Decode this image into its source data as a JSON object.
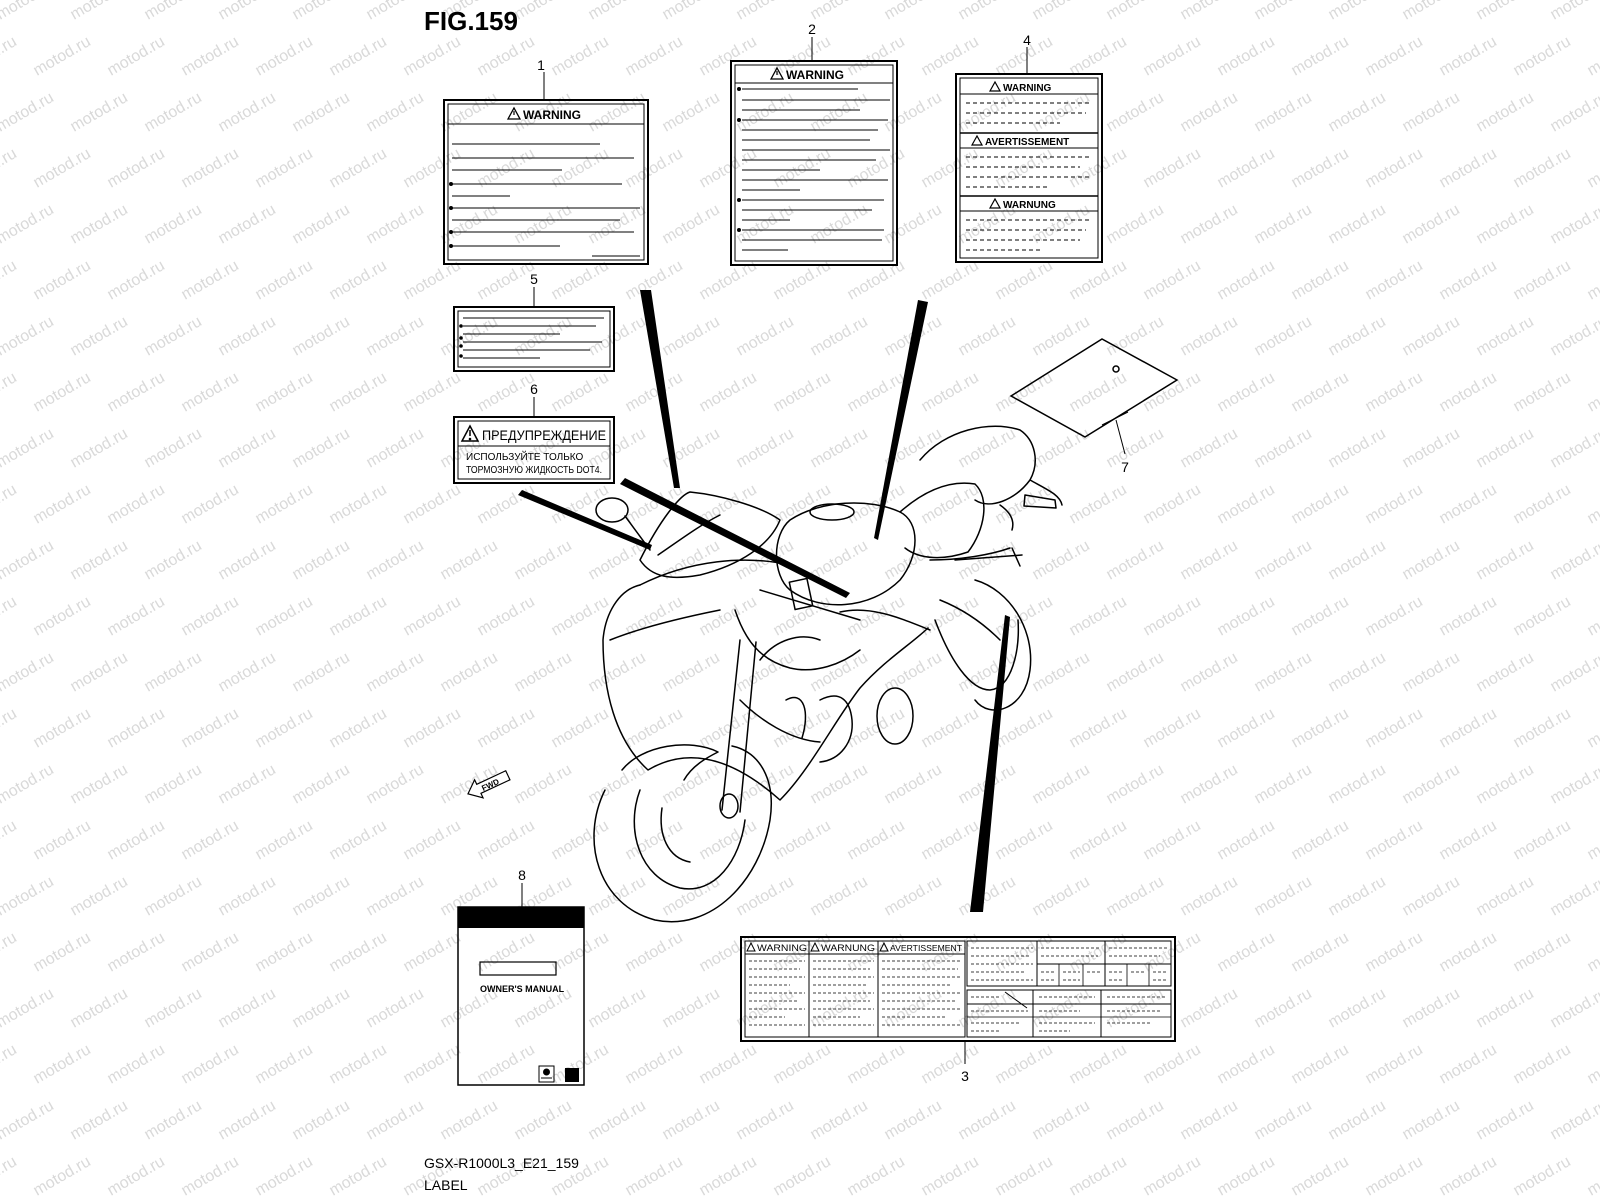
{
  "figure": {
    "title": "FIG.159",
    "model_code": "GSX-R1000L3_E21_159",
    "section_label": "LABEL"
  },
  "watermark": {
    "text": "motod.ru"
  },
  "callouts": {
    "c1": "1",
    "c2": "2",
    "c3": "3",
    "c4": "4",
    "c5": "5",
    "c6": "6",
    "c7": "7",
    "c8": "8"
  },
  "labels": {
    "warning": "WARNING",
    "avertissement": "AVERTISSEMENT",
    "warnung": "WARNUNG",
    "ru_title": "ПРЕДУПРЕЖДЕНИЕ",
    "ru_line1": "ИСПОЛЬЗУЙТЕ ТОЛЬКО",
    "ru_line2": "ТОРМОЗНУЮ ЖИДКОСТЬ DOT4.",
    "owners_manual": "OWNER'S MANUAL",
    "fwd": "FWD"
  },
  "colors": {
    "ink": "#000000",
    "paper": "#ffffff",
    "watermark": "#d9d9d9"
  }
}
